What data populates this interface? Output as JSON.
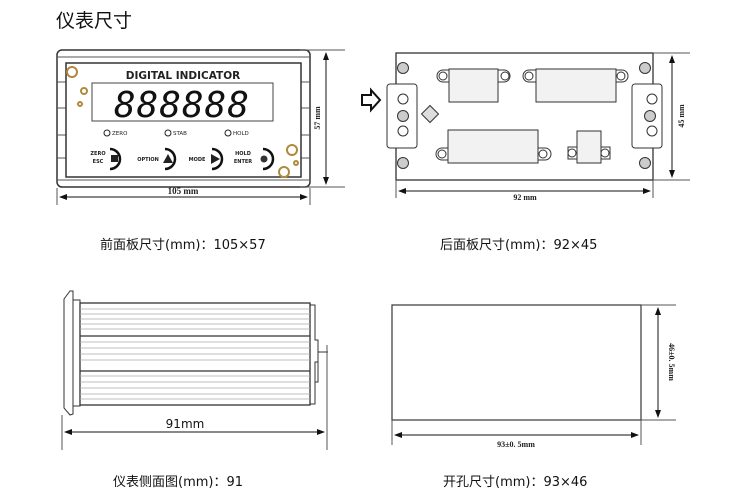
{
  "title": "仪表尺寸",
  "front": {
    "caption": "前面板尺寸(mm)：105×57",
    "brand": "DIGITAL INDICATOR",
    "display": "888888",
    "leds": [
      "ZERO",
      "STAB",
      "HOLD"
    ],
    "keys": [
      {
        "label": "ZERO\nESC",
        "top": "ZERO",
        "bottom": "ESC",
        "icon": "square-icon"
      },
      {
        "label": "OPTION",
        "icon": "triangle-up-icon"
      },
      {
        "label": "MODE",
        "icon": "triangle-right-icon"
      },
      {
        "label": "HOLD\nENTER",
        "top": "HOLD",
        "bottom": "ENTER",
        "icon": "circle-icon"
      }
    ],
    "width_label": "105 mm",
    "height_label": "57 mm"
  },
  "rear": {
    "caption": "后面板尺寸(mm)：92×45",
    "width_label": "92 mm",
    "height_label": "45 mm"
  },
  "side": {
    "caption": "仪表侧面图(mm)：91",
    "length_label": "91mm"
  },
  "cutout": {
    "caption": "开孔尺寸(mm)：93×46",
    "width_label": "93±0. 5mm",
    "height_label": "46±0. 5mm"
  }
}
